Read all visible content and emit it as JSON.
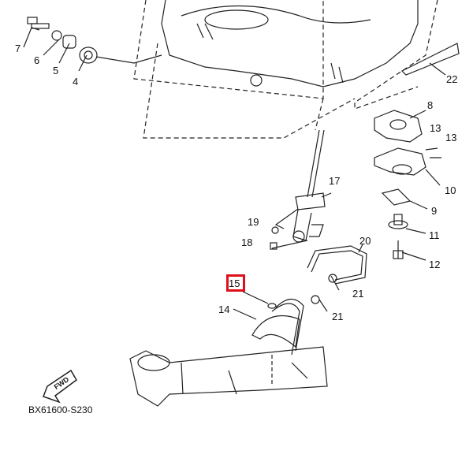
{
  "diagram_code": "BX61600-S230",
  "fwd_label": "FWD",
  "highlight_color": "#e0101a",
  "highlighted_part": "15",
  "part_labels": [
    "7",
    "6",
    "5",
    "4",
    "22",
    "8",
    "13",
    "13",
    "10",
    "9",
    "11",
    "12",
    "17",
    "19",
    "18",
    "20",
    "15",
    "14",
    "21",
    "21"
  ]
}
